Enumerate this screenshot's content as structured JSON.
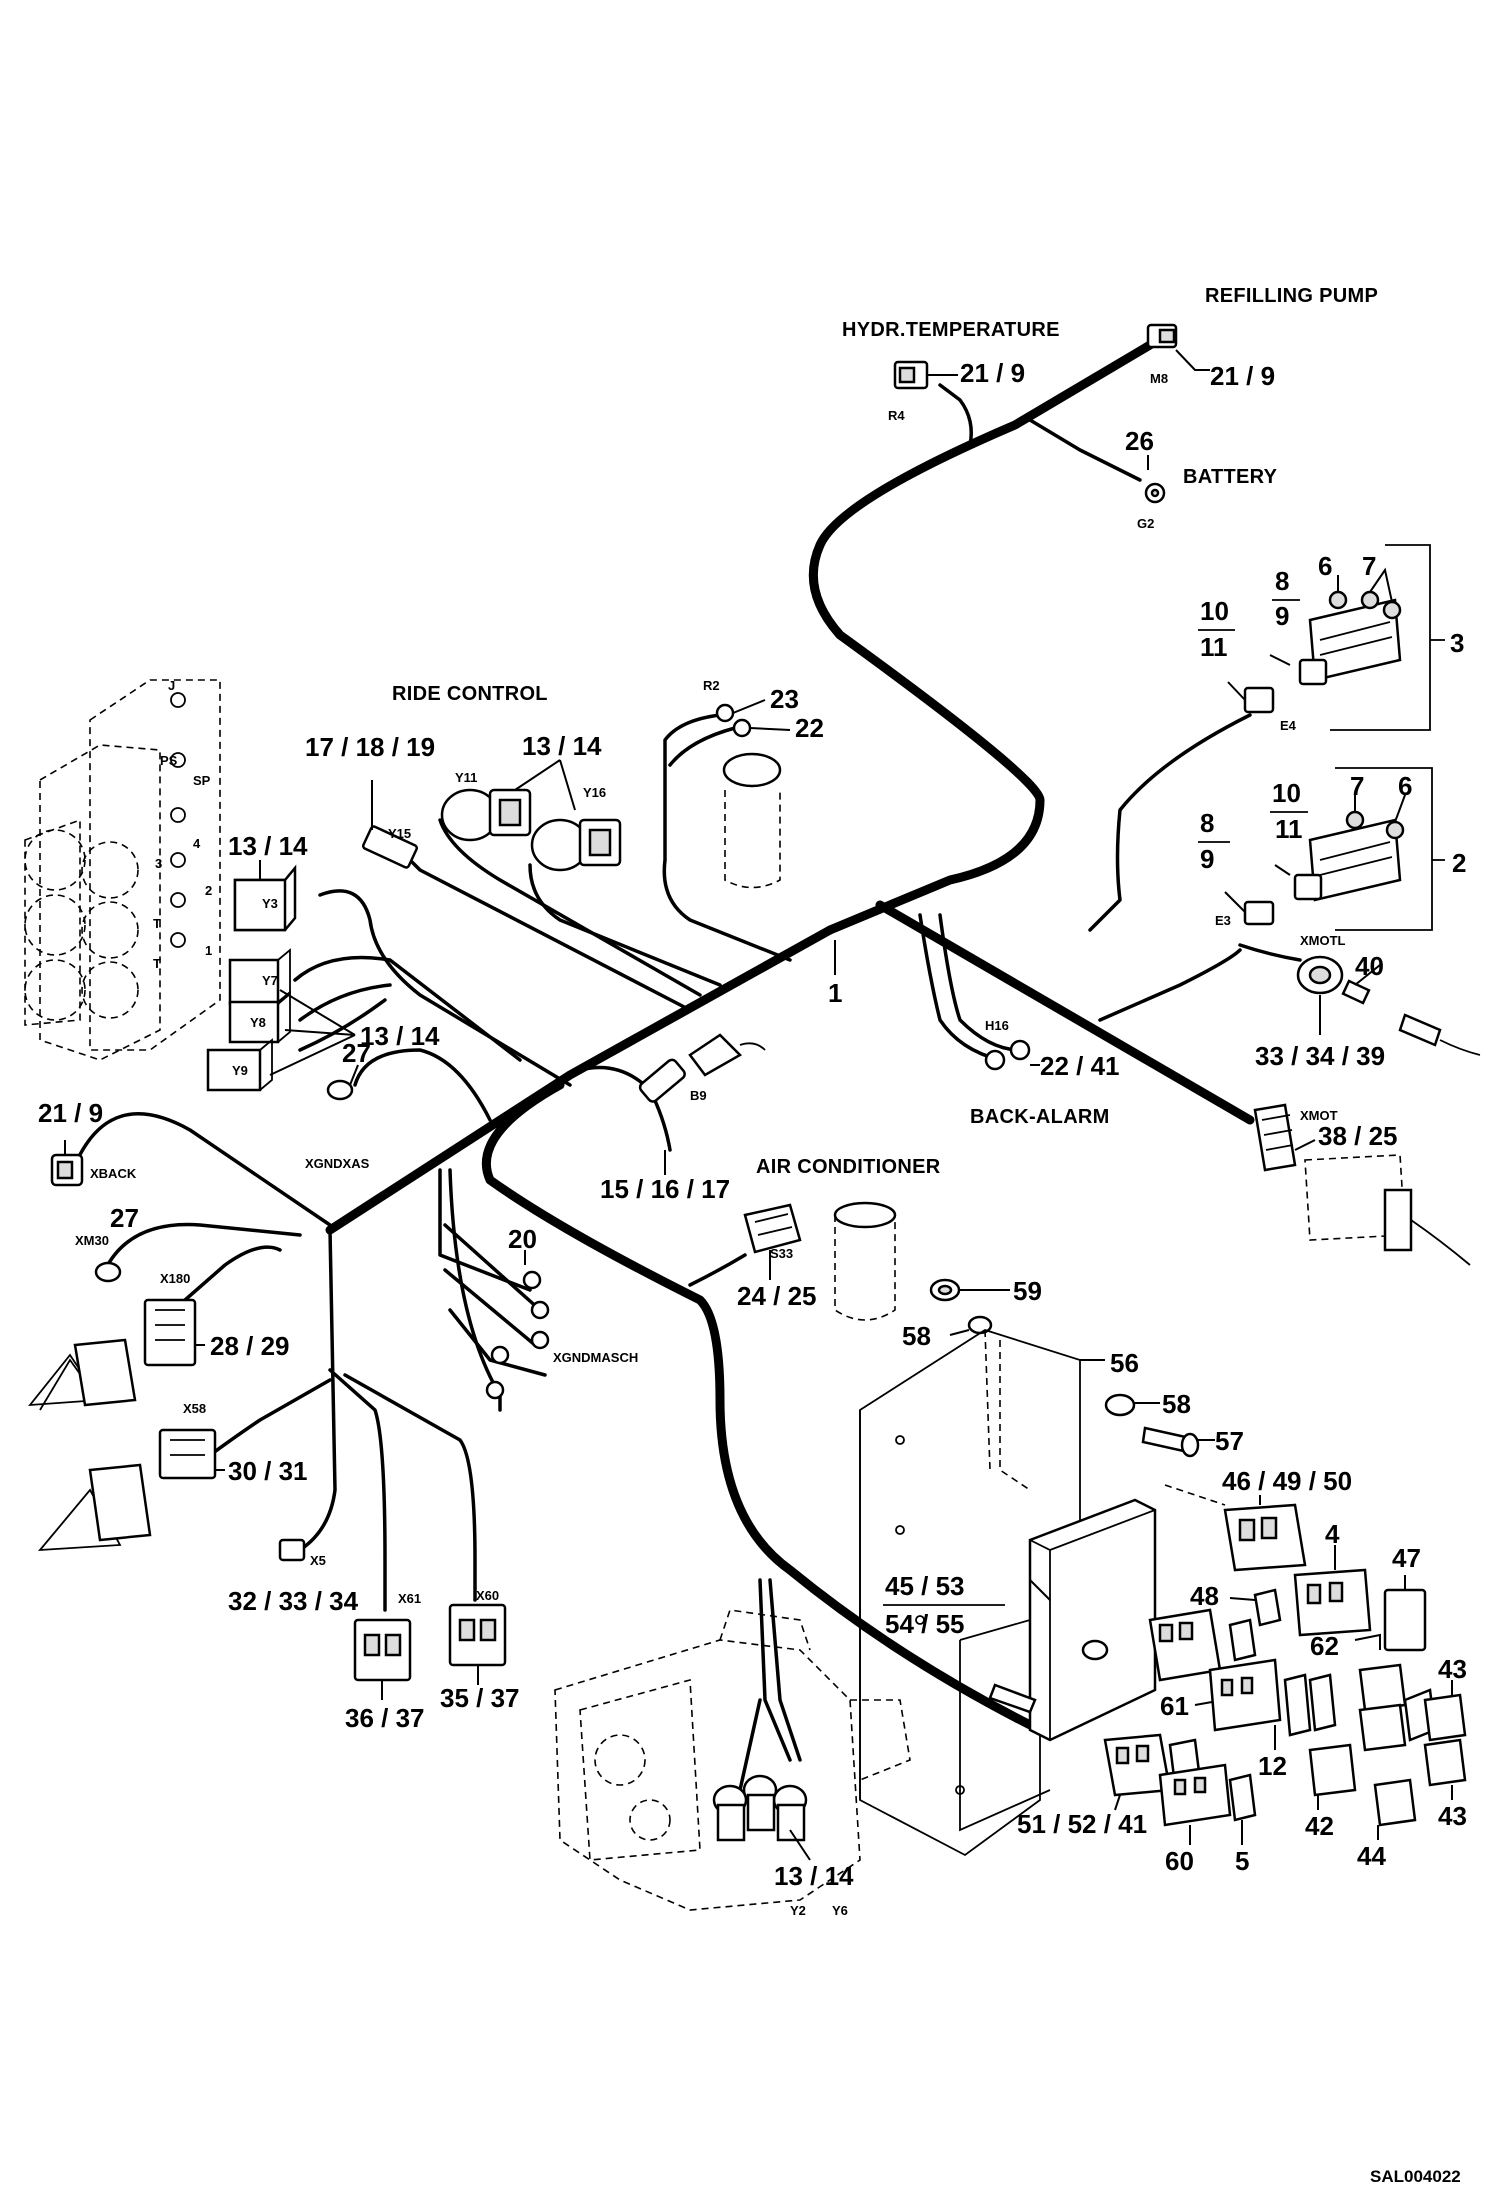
{
  "sections": {
    "refilling_pump": "REFILLING PUMP",
    "hydr_temperature": "HYDR.TEMPERATURE",
    "battery": "BATTERY",
    "ride_control": "RIDE CONTROL",
    "back_alarm": "BACK-ALARM",
    "air_conditioner": "AIR CONDITIONER"
  },
  "drawing_code": "SAL004022",
  "callouts": {
    "c_21_9_refill": "21 / 9",
    "c_21_9_hydr": "21 / 9",
    "c_26": "26",
    "c_8_top": "8",
    "c_9_top": "9",
    "c_10_top": "10",
    "c_11_top": "11",
    "c_6_top": "6",
    "c_7_top": "7",
    "c_3": "3",
    "c_23": "23",
    "c_22": "22",
    "c_17_18_19": "17 / 18 / 19",
    "c_13_14_y11": "13 / 14",
    "c_13_14_y3": "13 / 14",
    "c_13_14_valves": "13 / 14",
    "c_1": "1",
    "c_7_mid": "7",
    "c_6_mid": "6",
    "c_10_mid": "10",
    "c_11_mid": "11",
    "c_8_mid": "8",
    "c_9_mid": "9",
    "c_2": "2",
    "c_40": "40",
    "c_33_34_39": "33 / 34 / 39",
    "c_22_41": "22 / 41",
    "c_38_25": "38 / 25",
    "c_27_top": "27",
    "c_21_9_left": "21 / 9",
    "c_27_left": "27",
    "c_15_16_17": "15 / 16 / 17",
    "c_20": "20",
    "c_24_25": "24 / 25",
    "c_28_29": "28 / 29",
    "c_30_31": "30 / 31",
    "c_59": "59",
    "c_58_a": "58",
    "c_56": "56",
    "c_58_b": "58",
    "c_57": "57",
    "c_46_49_50": "46 / 49 / 50",
    "c_45_53": "45 / 53",
    "c_54_55": "54 / 55",
    "c_4": "4",
    "c_47": "47",
    "c_48": "48",
    "c_62": "62",
    "c_32_33_34": "32 / 33 / 34",
    "c_36_37": "36 / 37",
    "c_35_37": "35 / 37",
    "c_43_a": "43",
    "c_61": "61",
    "c_12": "12",
    "c_42": "42",
    "c_43_b": "43",
    "c_44": "44",
    "c_51_52_41": "51 / 52 / 41",
    "c_60": "60",
    "c_5": "5",
    "c_13_14_bottom": "13 / 14"
  },
  "refs": {
    "R4": "R4",
    "M8": "M8",
    "G2": "G2",
    "E4": "E4",
    "E3": "E3",
    "R2": "R2",
    "Y15": "Y15",
    "Y11": "Y11",
    "Y16": "Y16",
    "Y3": "Y3",
    "Y7": "Y7",
    "Y8": "Y8",
    "Y9": "Y9",
    "XMOTL": "XMOTL",
    "H16": "H16",
    "XMOT": "XMOT",
    "XBACK": "XBACK",
    "XM30": "XM30",
    "XGNDXAS": "XGNDXAS",
    "B9": "B9",
    "S33": "S33",
    "XGNDMASCH": "XGNDMASCH",
    "X180": "X180",
    "X58": "X58",
    "X5": "X5",
    "X61": "X61",
    "X60": "X60",
    "Y2": "Y2",
    "Y6": "Y6",
    "block_J": "J",
    "block_PS": "PS",
    "block_SP": "SP",
    "block_3": "3",
    "block_4": "4",
    "block_2": "2",
    "block_1": "1",
    "block_T_a": "T",
    "block_T_b": "T"
  }
}
